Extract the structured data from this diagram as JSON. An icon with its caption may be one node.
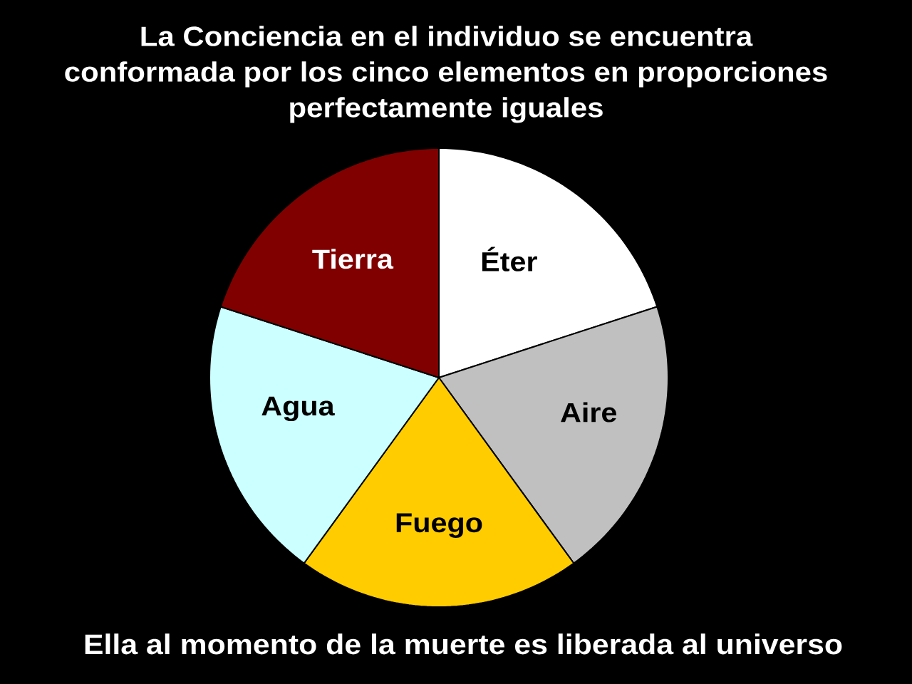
{
  "diagram": {
    "title": "La Conciencia en el individuo se encuentra conformada por los cinco elementos en proporciones perfectamente iguales",
    "caption": "Ella al momento de la muerte es liberada al universo",
    "chart_data": {
      "type": "pie",
      "categories": [
        "Éter",
        "Aire",
        "Fuego",
        "Agua",
        "Tierra"
      ],
      "values": [
        20,
        20,
        20,
        20,
        20
      ],
      "colors": [
        "#ffffff",
        "#c0c0c0",
        "#ffcc00",
        "#ccffff",
        "#800000"
      ]
    }
  }
}
